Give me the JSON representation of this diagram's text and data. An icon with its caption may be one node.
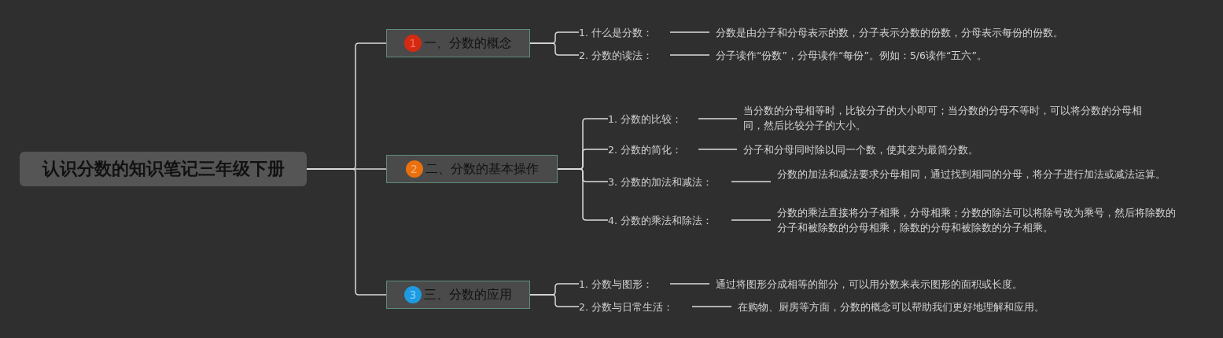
{
  "diagram": {
    "nodes": [
      {
        "text": [
          "认识分数的知识笔记三年级下册"
        ]
      },
      {
        "text": [
          "1",
          "一、分数的概念"
        ]
      },
      {
        "text": [
          "1. 什么是分数："
        ]
      },
      {
        "text": [
          "分数是由分子和分母表示的数，分子表示分数的份数，分母表示每份的份数。"
        ]
      },
      {
        "text": [
          "2. 分数的读法："
        ]
      },
      {
        "text": [
          "分子读作“份数”，分母读作“每份”。例如：5/6读作“五六”。"
        ]
      },
      {
        "text": [
          "2",
          "二、分数的基本操作"
        ]
      },
      {
        "text": [
          "1. 分数的比较："
        ]
      },
      {
        "text": [
          "当分数的分母相等时，比较分子的大小即可；当分数的分母不等时，可以将分数的分母相同，然后比较分子的大小。"
        ]
      },
      {
        "text": [
          "2. 分数的简化："
        ]
      },
      {
        "text": [
          "分子和分母同时除以同一个数，使其变为最简分数。"
        ]
      },
      {
        "text": [
          "3. 分数的加法和减法："
        ]
      },
      {
        "text": [
          "分数的加法和减法要求分母相同，通过找到相同的分母，将分子进行加法或减法运算。"
        ]
      },
      {
        "text": [
          "4. 分数的乘法和除法："
        ]
      },
      {
        "text": [
          "分数的乘法直接将分子相乘，分母相乘；分数的除法可以将除号改为乘号，然后将除数的分子和被除数的分母相乘，除数的分母和被除数的分子相乘。"
        ]
      },
      {
        "text": [
          "3",
          "三、分数的应用"
        ]
      },
      {
        "text": [
          "1. 分数与图形："
        ]
      },
      {
        "text": [
          "通过将图形分成相等的部分，可以用分数来表示图形的面积或长度。"
        ]
      },
      {
        "text": [
          "2. 分数与日常生活："
        ]
      },
      {
        "text": [
          "在购物、厨房等方面，分数的概念可以帮助我们更好地理解和应用。"
        ]
      }
    ],
    "edges": [
      {
        "from": 0,
        "to": 1,
        "arrow": "none"
      },
      {
        "from": 0,
        "to": 6,
        "arrow": "none"
      },
      {
        "from": 0,
        "to": 15,
        "arrow": "none"
      },
      {
        "from": 1,
        "to": 2,
        "arrow": "none"
      },
      {
        "from": 1,
        "to": 4,
        "arrow": "none"
      },
      {
        "from": 2,
        "to": 3,
        "arrow": "none"
      },
      {
        "from": 4,
        "to": 5,
        "arrow": "none"
      },
      {
        "from": 6,
        "to": 7,
        "arrow": "none"
      },
      {
        "from": 6,
        "to": 9,
        "arrow": "none"
      },
      {
        "from": 6,
        "to": 11,
        "arrow": "none"
      },
      {
        "from": 6,
        "to": 13,
        "arrow": "none"
      },
      {
        "from": 7,
        "to": 8,
        "arrow": "none"
      },
      {
        "from": 9,
        "to": 10,
        "arrow": "none"
      },
      {
        "from": 11,
        "to": 12,
        "arrow": "none"
      },
      {
        "from": 13,
        "to": 14,
        "arrow": "none"
      },
      {
        "from": 15,
        "to": 16,
        "arrow": "none"
      },
      {
        "from": 15,
        "to": 18,
        "arrow": "none"
      },
      {
        "from": 16,
        "to": 17,
        "arrow": "none"
      },
      {
        "from": 18,
        "to": 19,
        "arrow": "none"
      }
    ]
  }
}
